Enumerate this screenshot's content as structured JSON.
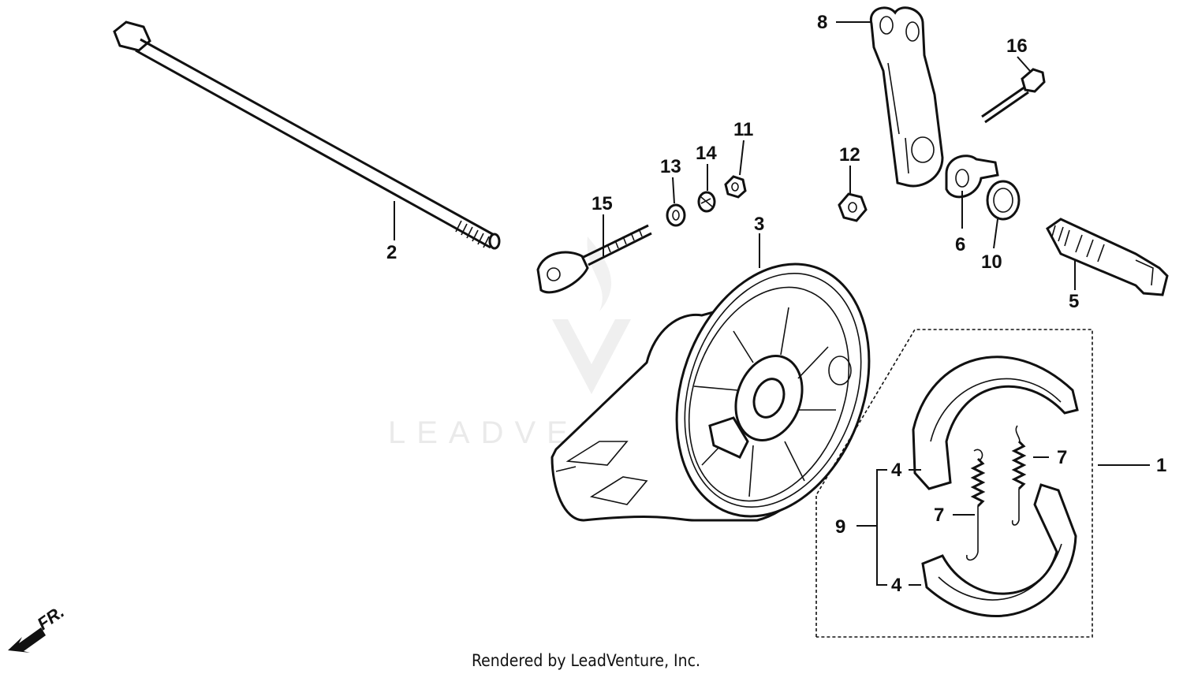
{
  "diagram": {
    "labels": {
      "l1": "1",
      "l2": "2",
      "l3": "3",
      "l4a": "4",
      "l4b": "4",
      "l5": "5",
      "l6": "6",
      "l7a": "7",
      "l7b": "7",
      "l8": "8",
      "l9": "9",
      "l10": "10",
      "l11": "11",
      "l12": "12",
      "l13": "13",
      "l14": "14",
      "l15": "15",
      "l16": "16"
    },
    "direction": "FR.",
    "watermark": "LEADVENTURE"
  },
  "footer": {
    "text": "Rendered by LeadVenture, Inc."
  }
}
